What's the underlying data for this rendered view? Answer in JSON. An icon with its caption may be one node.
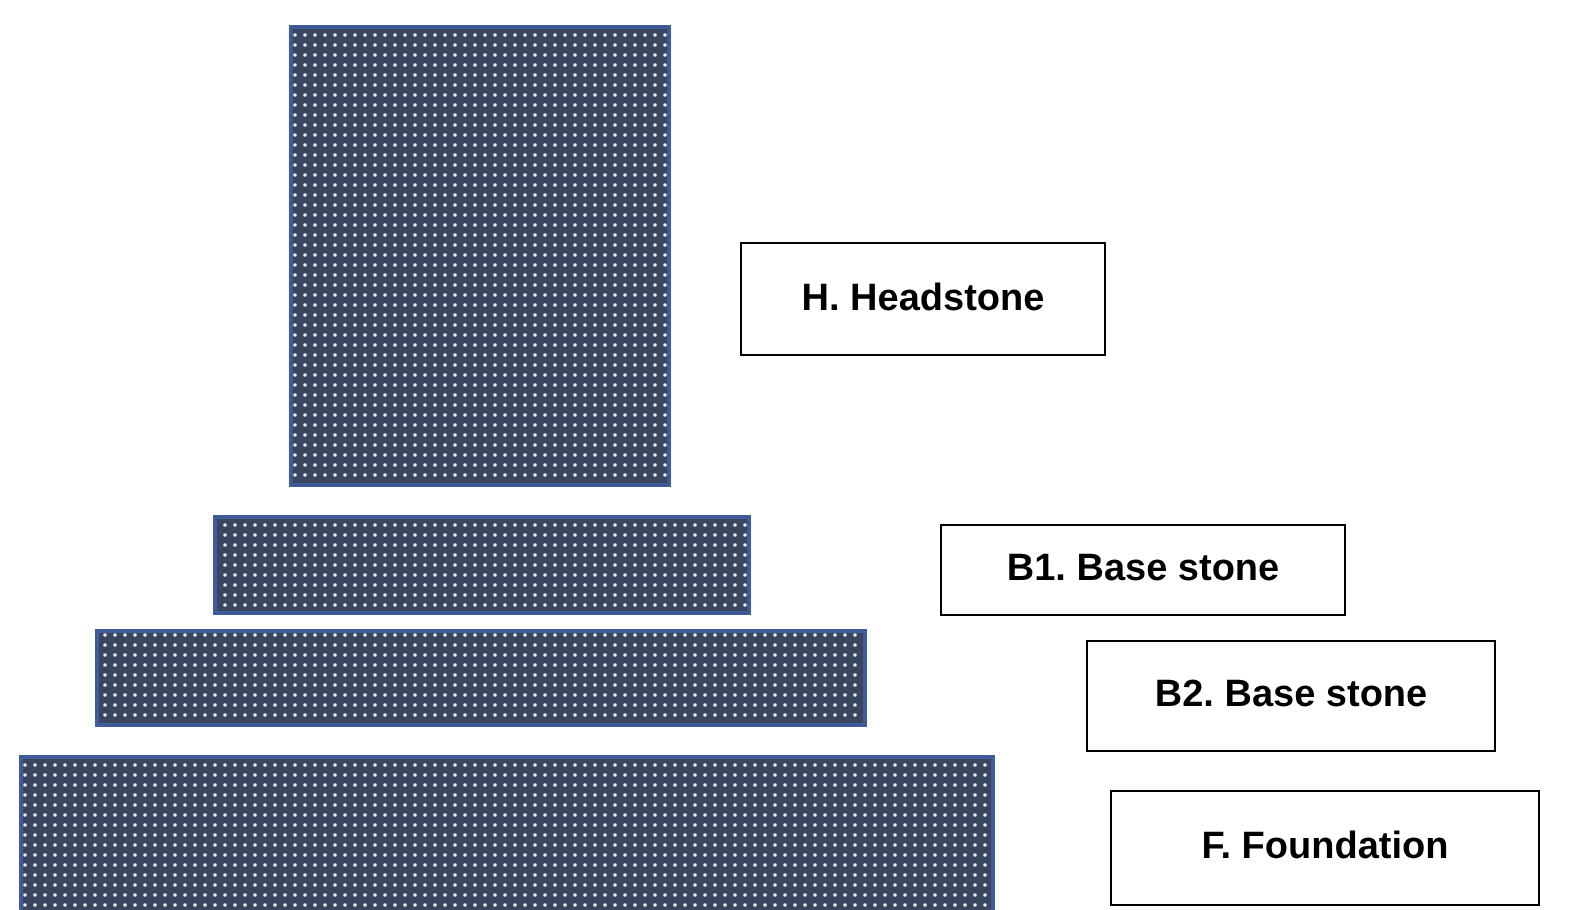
{
  "diagram": {
    "nodes": [
      {
        "text": [
          "H. Headstone"
        ]
      },
      {
        "text": [
          "B1. Base stone"
        ]
      },
      {
        "text": [
          "B2. Base stone"
        ]
      },
      {
        "text": [
          "F. Foundation"
        ]
      }
    ],
    "edges": []
  }
}
